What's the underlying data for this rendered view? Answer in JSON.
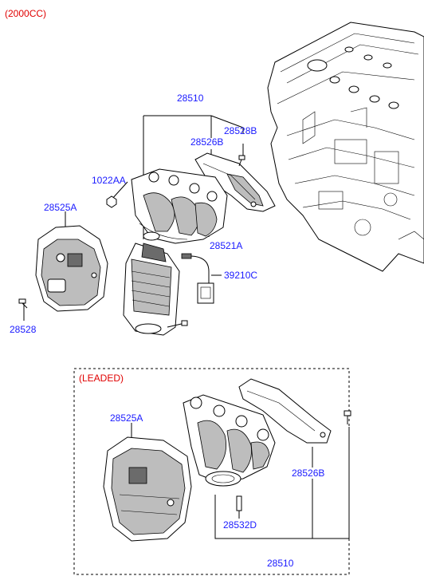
{
  "header": {
    "variant": "(2000CC)",
    "variant_color": "#e00000"
  },
  "top_section": {
    "labels": {
      "manifold_assy": "28510",
      "bolt_heatshield": "28528B",
      "gasket_heatshield": "28526B",
      "nut": "1022AA",
      "heat_protector": "28525A",
      "gasket": "28521A",
      "oxygen_sensor": "39210C",
      "bolt": "28528"
    }
  },
  "leaded_section": {
    "title": "(LEADED)",
    "title_color": "#e00000",
    "labels": {
      "heat_protector": "28525A",
      "gasket_heatshield": "28526B",
      "stud": "28532D",
      "manifold_assy": "28510"
    }
  },
  "colors": {
    "label": "#1a1aff",
    "line": "#000000"
  }
}
